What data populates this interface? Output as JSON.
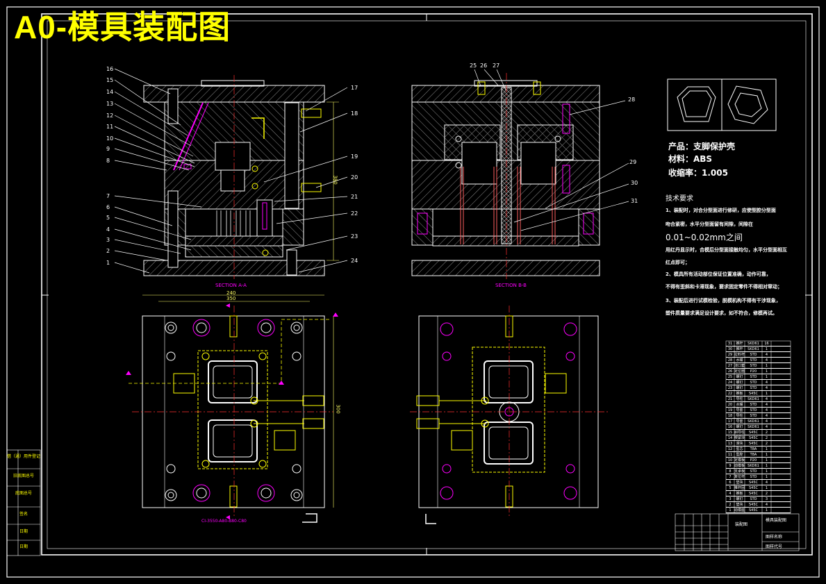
{
  "title": "A0-模具装配图",
  "product": {
    "name_line": "产品：支脚保护壳",
    "material_line": "材料：ABS",
    "shrink_line": "收缩率：1.005"
  },
  "tech": {
    "heading": "技术要求",
    "item1_a": "1、装配时，对合分型面进行修研，应使型腔分型面",
    "item1_b": "吻合紧密，水平分型面留有间隙，间隙在",
    "item1_c": "0.01~0.02mm之间",
    "item1_d": "用红丹显示时，合模后分型面接触均匀，水平分型面相互",
    "item1_e": "红点即可；",
    "item2_a": "2、模具所有活动部位保证位置准确，动作可靠，",
    "item2_b": "不得有歪斜和卡滞现象，要求固定零件不得相对窜动；",
    "item3_a": "3、装配后进行试模检验，脱模机构不得有干涉现象，",
    "item3_b": "塑件质量要求满足设计要求，如不符合，修模再试。"
  },
  "section_labels": {
    "a": "SECTION A-A",
    "b": "SECTION B-B"
  },
  "dims": {
    "w1": "240",
    "w2": "350",
    "h1": "300",
    "h2": "380"
  },
  "part_label": "CI-3550-A80-B80-C80",
  "callouts_left": [
    "16",
    "15",
    "14",
    "13",
    "12",
    "11",
    "10",
    "9",
    "8",
    "7",
    "6",
    "5",
    "4",
    "3",
    "2",
    "1"
  ],
  "callouts_right_a": [
    "17",
    "18",
    "19",
    "20",
    "21",
    "22",
    "23",
    "24"
  ],
  "callouts_top_b": [
    "25",
    "26",
    "27"
  ],
  "callouts_right_b": [
    "28",
    "29",
    "30",
    "31"
  ],
  "title_block": {
    "drawing_name": "模具装配图",
    "name": "图样名称",
    "code": "图样代号",
    "unit_label": "装配图"
  },
  "side_labels": [
    "借（通）用件登记",
    "旧底图总号",
    "底图总号",
    "签名",
    "日期",
    "日期"
  ],
  "bom_rows": [
    [
      "31",
      "推杆",
      "SKD61",
      "16"
    ],
    [
      "30",
      "推杆",
      "SKD61",
      "1"
    ],
    [
      "29",
      "拉料杆",
      "STD",
      "4"
    ],
    [
      "28",
      "水嘴",
      "STD",
      "4"
    ],
    [
      "27",
      "浇口套",
      "STD",
      "1"
    ],
    [
      "26",
      "定位圈",
      "P20",
      "1"
    ],
    [
      "25",
      "螺钉",
      "STD",
      "1"
    ],
    [
      "24",
      "螺钉",
      "STD",
      "4"
    ],
    [
      "23",
      "螺钉",
      "STD",
      "4"
    ],
    [
      "22",
      "推板",
      "S45C",
      "1"
    ],
    [
      "21",
      "导柱",
      "SKD61",
      "4"
    ],
    [
      "20",
      "水嘴",
      "STD",
      "4"
    ],
    [
      "19",
      "导套",
      "STD",
      "4"
    ],
    [
      "18",
      "导柱",
      "STD",
      "4"
    ],
    [
      "17",
      "导套",
      "SKD61",
      "4"
    ],
    [
      "16",
      "螺钉",
      "SKD61",
      "4"
    ],
    [
      "15",
      "斜导柱",
      "S45C",
      "2"
    ],
    [
      "14",
      "楔紧块",
      "S45C",
      "2"
    ],
    [
      "13",
      "滑块",
      "S45C",
      "2"
    ],
    [
      "12",
      "型芯",
      "T8A",
      "1"
    ],
    [
      "11",
      "型腔",
      "T8A",
      "1"
    ],
    [
      "10",
      "定模板",
      "P20",
      "1"
    ],
    [
      "9",
      "动模板",
      "SKD61",
      "1"
    ],
    [
      "8",
      "支承板",
      "STD",
      "1"
    ],
    [
      "7",
      "复位杆",
      "STD",
      "1"
    ],
    [
      "6",
      "垫块",
      "S45C",
      "4"
    ],
    [
      "5",
      "推杆固定板",
      "S45C",
      "1"
    ],
    [
      "4",
      "推板",
      "S45C",
      "2"
    ],
    [
      "3",
      "螺钉",
      "STD",
      "3"
    ],
    [
      "2",
      "垫块",
      "S45C",
      "4"
    ],
    [
      "1",
      "动模座板",
      "S45C",
      "1"
    ]
  ],
  "colors": {
    "frame": "#ffffff",
    "title": "#ffff00",
    "hatch": "#9a9a9a",
    "centerline": "#ff3030",
    "dim": "#ffff66",
    "section": "#ff00ff",
    "cooling": "#ffff00"
  }
}
